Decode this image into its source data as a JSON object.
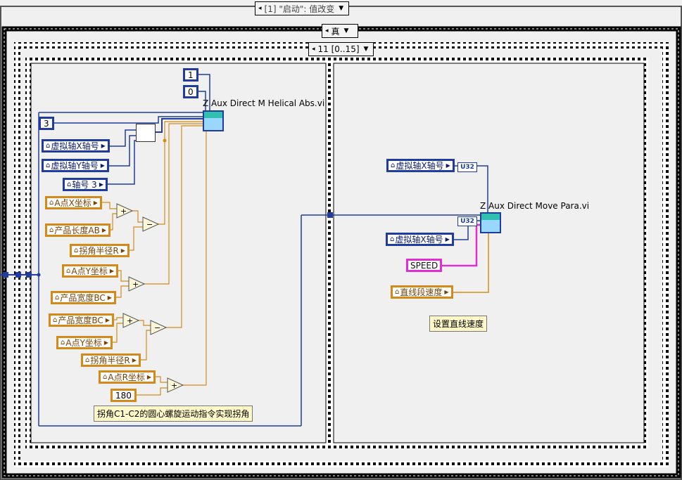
{
  "event_selector": {
    "label": "[1] \"启动\": 值改变"
  },
  "case_selector": {
    "label": "真"
  },
  "sequence_selector": {
    "label": "11 [0..15]"
  },
  "left_frame": {
    "vi_title": "Z Aux Direct M Helical Abs.vi",
    "constants": {
      "c1": "1",
      "c0": "0",
      "c3": "3",
      "c180": "180"
    },
    "blue_controls": {
      "x_axis": "虚拟轴X轴号",
      "y_axis": "虚拟轴Y轴号",
      "axis3": "轴号 3"
    },
    "orange_controls": {
      "a_x": "A点X坐标",
      "len_ab": "产品长度AB",
      "radius1": "拐角半径R",
      "a_y1": "A点Y坐标",
      "width_bc1": "产品宽度BC",
      "width_bc2": "产品宽度BC",
      "a_y2": "A点Y坐标",
      "radius2": "拐角半径R",
      "a_r": "A点R坐标"
    },
    "comment": "拐角C1-C2的圆心螺旋运动指令实现拐角"
  },
  "right_frame": {
    "vi_title": "Z Aux Direct Move Para.vi",
    "x_axis_1": "虚拟轴X轴号",
    "x_axis_2": "虚拟轴X轴号",
    "u32": "U32",
    "speed": "SPEED",
    "line_speed": "直线段速度",
    "comment": "设置直线速度"
  },
  "colors": {
    "int_wire": "#1f3c9e",
    "dbl_wire": "#d48a1a",
    "str_wire": "#e02fd0",
    "background": "#f0f0f0"
  }
}
